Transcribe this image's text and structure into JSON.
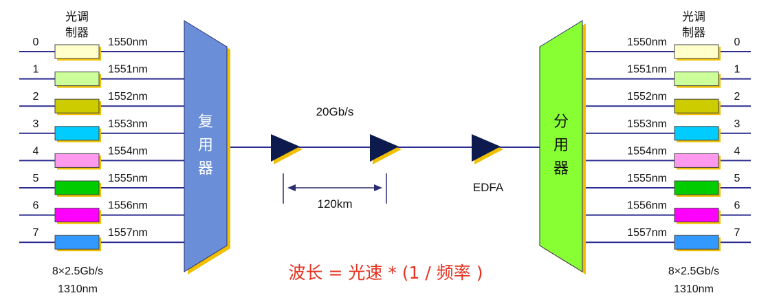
{
  "modulator_label_line1": "光调",
  "modulator_label_line2": "制器",
  "channels": [
    {
      "index": "0",
      "wavelength": "1550nm",
      "color": "#ffffcc"
    },
    {
      "index": "1",
      "wavelength": "1551nm",
      "color": "#ccff99"
    },
    {
      "index": "2",
      "wavelength": "1552nm",
      "color": "#cccc00"
    },
    {
      "index": "3",
      "wavelength": "1553nm",
      "color": "#00ccff"
    },
    {
      "index": "4",
      "wavelength": "1554nm",
      "color": "#ff99ee"
    },
    {
      "index": "5",
      "wavelength": "1555nm",
      "color": "#00cc00"
    },
    {
      "index": "6",
      "wavelength": "1556nm",
      "color": "#ff00ff"
    },
    {
      "index": "7",
      "wavelength": "1557nm",
      "color": "#3399ff"
    }
  ],
  "mux": {
    "chars": [
      "复",
      "用",
      "器"
    ],
    "color": "#6a8fd8"
  },
  "demux": {
    "chars": [
      "分",
      "用",
      "器"
    ],
    "color": "#88ff33"
  },
  "bit_rate_label": "20Gb/s",
  "distance_label": "120km",
  "amplifier_label": "EDFA",
  "input_spec_line1": "8×2.5Gb/s",
  "input_spec_line2": "1310nm",
  "output_spec_line1": "8×2.5Gb/s",
  "output_spec_line2": "1310nm",
  "formula": "波长 = 光速 * (1 / 频率 )",
  "colors": {
    "line": "#2b2b8f",
    "amplifier": "#0d1a4d",
    "shadow": "#f0c000",
    "formula": "#e53322",
    "dimension": "#2b2b6f"
  }
}
